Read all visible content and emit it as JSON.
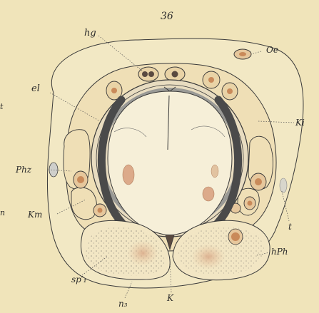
{
  "figure_number": "36",
  "labels": {
    "hg": "hg",
    "oe": "Oe",
    "el": "el",
    "ki": "Ki",
    "phz": "Phz",
    "km": "Km",
    "t": "t",
    "hph": "hPh",
    "sp1": "sp′₁",
    "n3": "n₃",
    "k": "K",
    "edge_t": "t",
    "edge_n": "n"
  },
  "colors": {
    "paper": "#f0e4ba",
    "ink": "#3a3a3a",
    "yolk_pink": "#dcaa8a",
    "nucleus": "#c98a5a",
    "cartilage_dark": "#4a4a4a",
    "cartilage_mid": "#8a8a86"
  }
}
